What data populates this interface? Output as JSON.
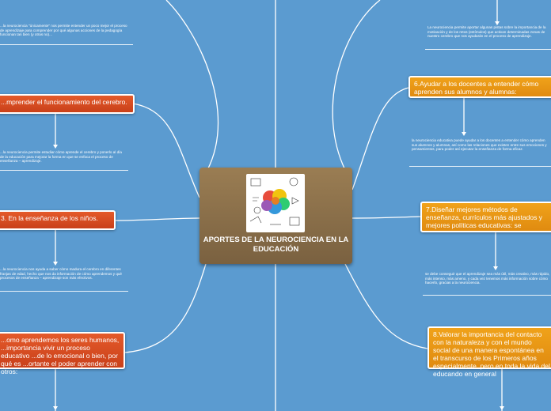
{
  "center": {
    "title": "APORTES DE LA NEUROCIENCIA EN LA EDUCACIÓN",
    "image": "brain-illustration"
  },
  "left_branches": [
    {
      "label": "",
      "note": "...la neurociencia \"únicamente\" nos permite entender un poco mejor el proceso de aprendizaje para comprender por qué algunas acciones de la pedagogía funcionan tan bien (y otras no)..."
    },
    {
      "label": "...mprender el funcionamiento del cerebro.",
      "note": "...la neurociencia permite estudiar cómo aprende el cerebro y ponerlo al día de la educación para mejorar la forma en que se enfoca el proceso de enseñanza – aprendizaje."
    },
    {
      "label": "3. En la enseñanza de los niños.",
      "note": "...la neurociencia nos ayuda a saber cómo madura el cerebro en diferentes franjas de edad, hecho que nos da información de cómo aprendemos y qué procesos de enseñanza – aprendizaje son más efectivos."
    },
    {
      "label": "...omo aprendemos los seres humanos, ...importancia vivir un proceso educativo ...de lo emocional o bien, por qué es ...ortante el poder aprender con otros:",
      "note": ""
    }
  ],
  "right_branches": [
    {
      "label": "",
      "note": "La neurociencia permite aportar algunas pistas sobre la importancia de la motivación y de los retos (estímulos) que activan determinadas zonas de nuestro cerebro que nos ayudarán en el proceso de aprendizaje."
    },
    {
      "label": "6.Ayudar a los docentes a entender cómo aprenden sus alumnos y alumnas:",
      "note": "la neurociencia educativa puede ayudar a los docentes a entender cómo aprenden sus alumnos y alumnas, así como las relaciones que existen entre sus emociones y pensamientos, para poder así ejecutar la enseñanza de forma eficaz."
    },
    {
      "label": "7.Diseñar mejores métodos de enseñanza, currículos más ajustados y mejores políticas educativas: se",
      "note": "se debe conseguir que el aprendizaje sea más útil, más creativo, más rápido, más intenso, más ameno, y cada vez tenemos más información sobre cómo hacerlo, gracias a la neurociencia."
    },
    {
      "label": "8.Valorar la importancia del contacto con la naturaleza y con el mundo social de una manera espontánea en el transcurso de los Primeros años especialmente, pero en toda la vida del educando en general",
      "note": ""
    }
  ],
  "colors": {
    "background": "#5b9bd0",
    "branch_orange": "#f0a21a",
    "branch_red": "#d54a20",
    "center": "#8a6e48"
  }
}
